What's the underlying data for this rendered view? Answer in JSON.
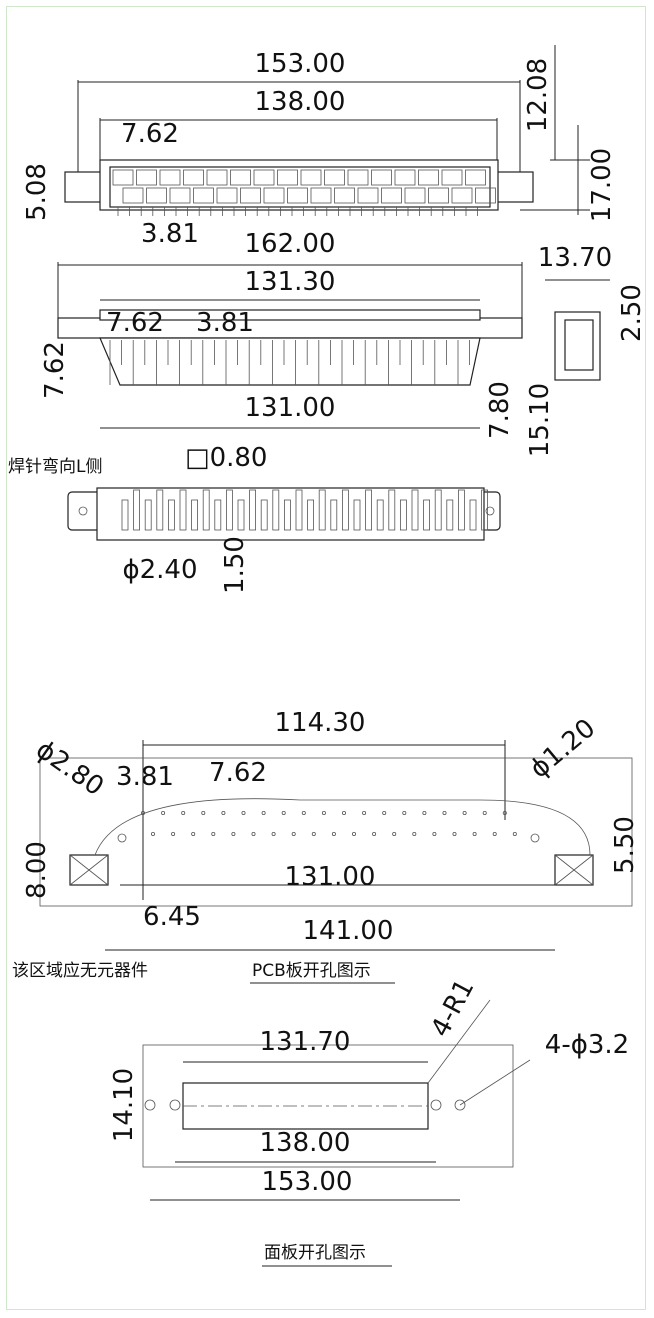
{
  "top_view": {
    "d153": "153.00",
    "d138": "138.00",
    "d1208": "12.08",
    "d762": "7.62",
    "d508": "5.08",
    "d1700": "17.00",
    "d381": "3.81"
  },
  "side_view": {
    "d162": "162.00",
    "d1370": "13.70",
    "d1313": "131.30",
    "d250": "2.50",
    "d762a": "7.62",
    "d381": "3.81",
    "d762b": "7.62",
    "d131": "131.00",
    "d780": "7.80",
    "d1510": "15.10"
  },
  "bottom_view": {
    "note": "焊针弯向L侧",
    "d080": "□0.80",
    "d240": "ϕ2.40",
    "d150": "1.50"
  },
  "pcb_layout": {
    "d11430": "114.30",
    "d280": "ϕ2.80",
    "d381": "3.81",
    "d762": "7.62",
    "d120": "ϕ1.20",
    "d800": "8.00",
    "d131": "131.00",
    "d550": "5.50",
    "d645": "6.45",
    "d141": "141.00",
    "note": "该区域应无元器件",
    "title": "PCB板开孔图示"
  },
  "panel_cutout": {
    "r1": "4-R1",
    "d1317": "131.70",
    "holes": "4-ϕ3.2",
    "d1410": "14.10",
    "d138": "138.00",
    "d153": "153.00",
    "title": "面板开孔图示"
  }
}
